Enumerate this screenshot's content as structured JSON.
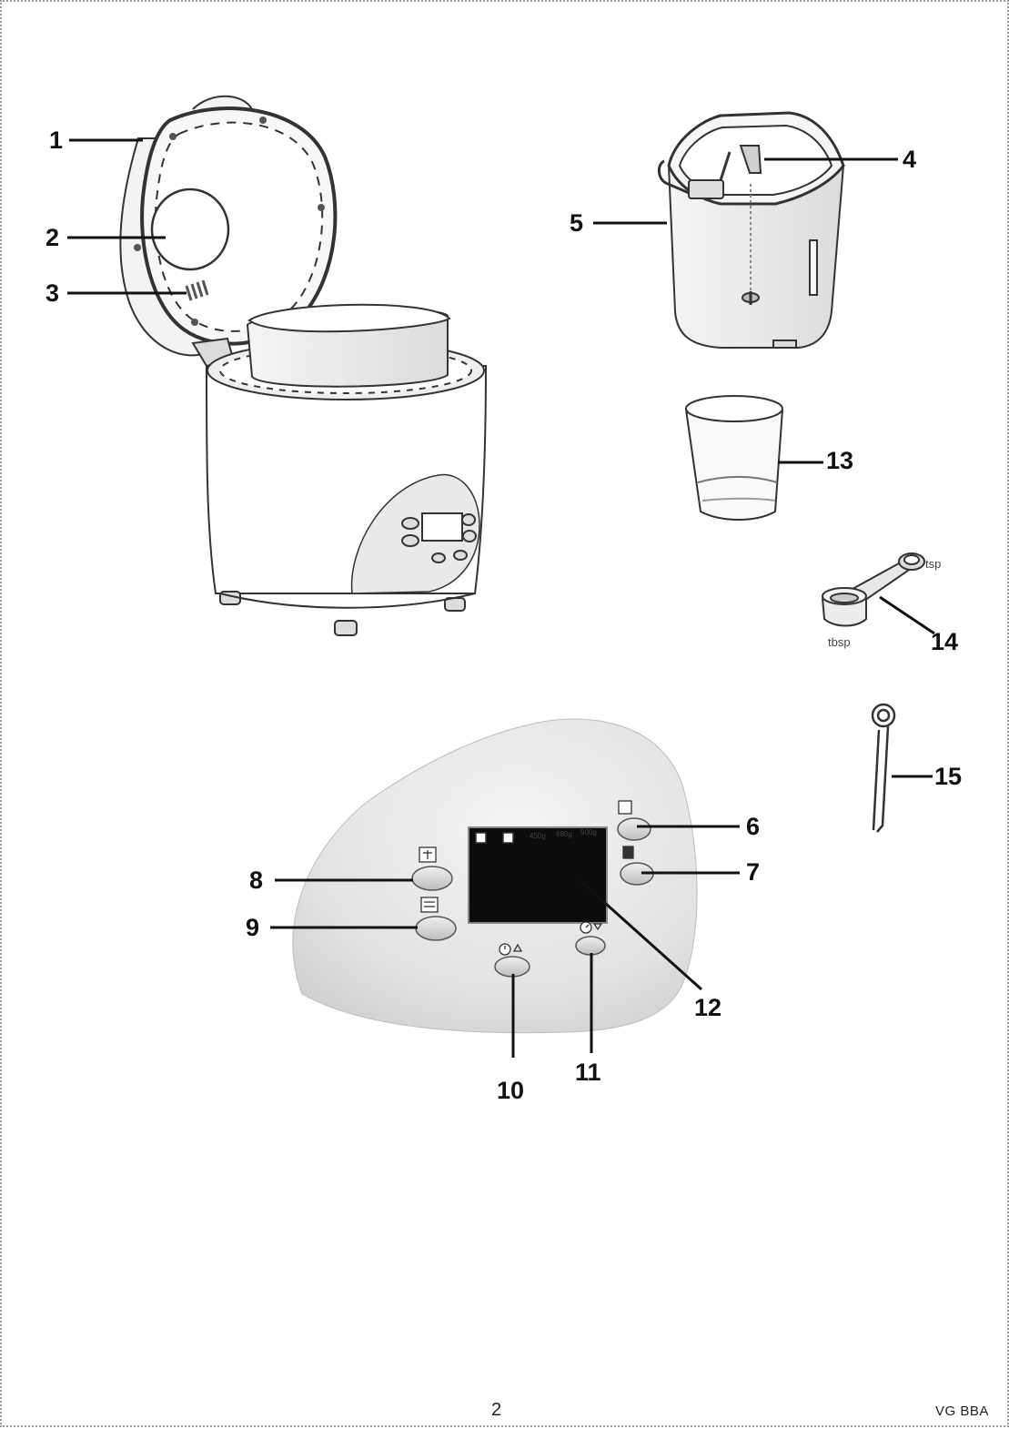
{
  "callouts": [
    "1",
    "2",
    "3",
    "4",
    "5",
    "6",
    "7",
    "8",
    "9",
    "10",
    "11",
    "12",
    "13",
    "14",
    "15"
  ],
  "spoon": {
    "tsp_label": "tsp",
    "tbsp_label": "tbsp"
  },
  "panel": {
    "weights": [
      "450g",
      "680g",
      "900g"
    ]
  },
  "footer": {
    "page_number": "2",
    "model_code": "VG BBA"
  }
}
